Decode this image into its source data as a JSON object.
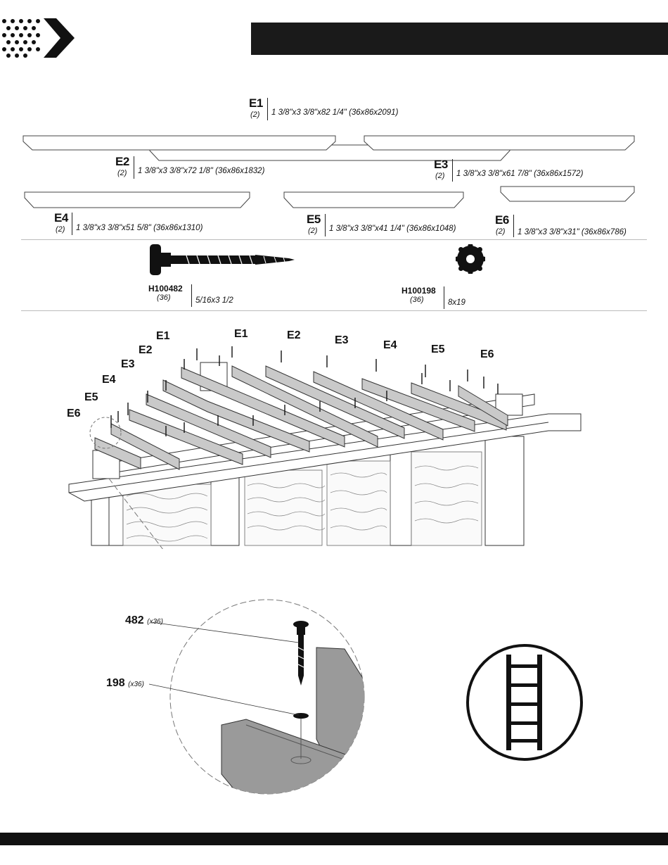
{
  "parts": [
    {
      "id": "E1",
      "qty": "(2)",
      "dim": "1 3/8\"x3 3/8\"x82 1/4\" (36x86x2091)"
    },
    {
      "id": "E2",
      "qty": "(2)",
      "dim": "1 3/8\"x3 3/8\"x72 1/8\" (36x86x1832)"
    },
    {
      "id": "E3",
      "qty": "(2)",
      "dim": "1 3/8\"x3 3/8\"x61 7/8\" (36x86x1572)"
    },
    {
      "id": "E4",
      "qty": "(2)",
      "dim": "1 3/8\"x3 3/8\"x51 5/8\" (36x86x1310)"
    },
    {
      "id": "E5",
      "qty": "(2)",
      "dim": "1 3/8\"x3 3/8\"x41 1/4\" (36x86x1048)"
    },
    {
      "id": "E6",
      "qty": "(2)",
      "dim": "1 3/8\"x3 3/8\"x31\" (36x86x786)"
    }
  ],
  "hardware": [
    {
      "code": "H100482",
      "qty": "(36)",
      "size": "5/16x3 1/2"
    },
    {
      "code": "H100198",
      "qty": "(36)",
      "size": "8x19"
    }
  ],
  "assembly_labels": {
    "left": [
      "E6",
      "E5",
      "E4",
      "E3",
      "E2",
      "E1"
    ],
    "right": [
      "E1",
      "E2",
      "E3",
      "E4",
      "E5",
      "E6"
    ]
  },
  "detail": {
    "screw_callout": "482",
    "screw_qty": "(x36)",
    "washer_callout": "198",
    "washer_qty": "(x36)"
  },
  "icons": {
    "logo": "chevron-dots-logo",
    "ladder": "ladder-icon"
  }
}
